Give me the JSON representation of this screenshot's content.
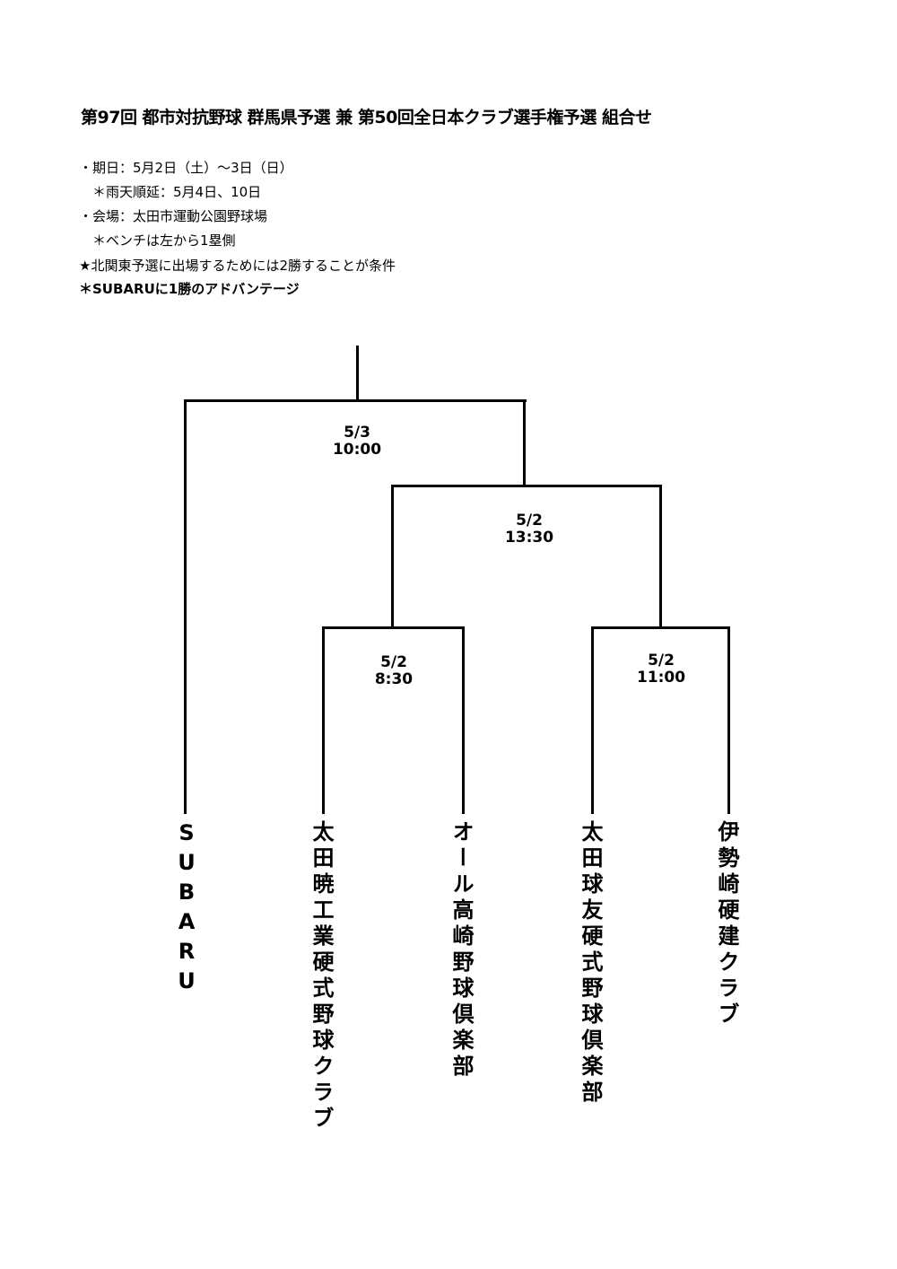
{
  "title": "第97回 都市対抗野球 群馬県予選 兼 第50回全日本クラブ選手権予選 組合せ",
  "info": [
    "・期日：5月2日（土）〜3日（日）",
    "　＊雨天順延：5月4日、10日",
    "・会場：太田市運動公園野球場",
    "　＊ベンチは左から1塁側",
    "★北関東予選に出場するためには2勝することが条件",
    "＊SUBARUに1勝のアドバンテージ"
  ],
  "matches": {
    "final": {
      "date": "5/3",
      "time": "10:00"
    },
    "semi": {
      "date": "5/2",
      "time": "13:30"
    },
    "first1": {
      "date": "5/2",
      "time": "8:30"
    },
    "first2": {
      "date": "5/2",
      "time": "11:00"
    }
  },
  "teams": [
    "SUBARU",
    "太田暁工業硬式野球クラブ",
    "オール高崎野球倶楽部",
    "太田球友硬式野球倶楽部",
    "伊勢崎硬建クラブ"
  ]
}
